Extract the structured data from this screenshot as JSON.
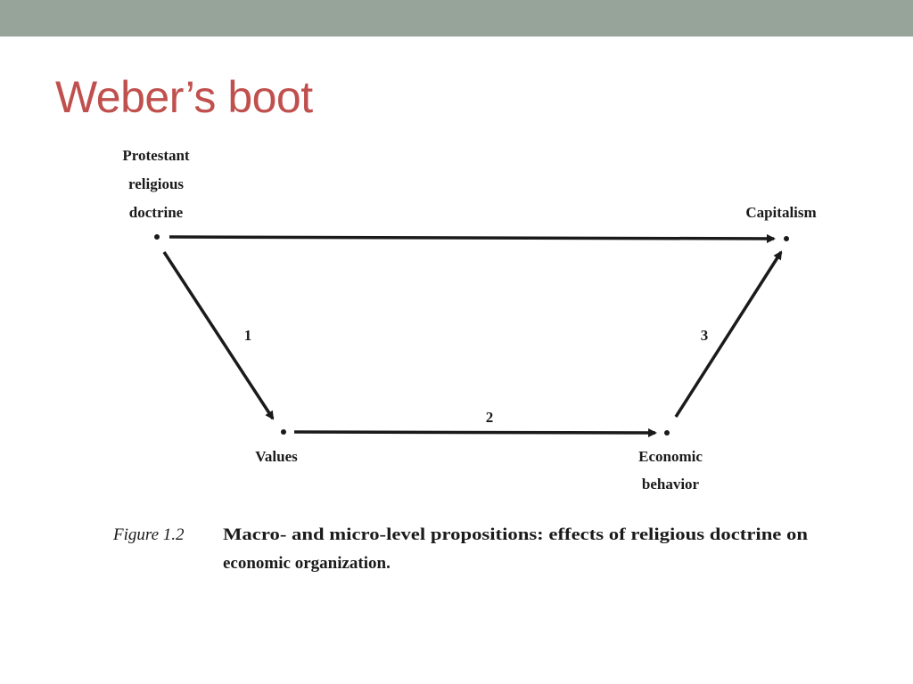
{
  "slide": {
    "title": "Weber’s boot",
    "title_color": "#c0504d",
    "band_color": "#96a49a"
  },
  "diagram": {
    "nodes": {
      "protestant_line1": "Protestant",
      "protestant_line2": "religious",
      "protestant_line3": "doctrine",
      "capitalism": "Capitalism",
      "values": "Values",
      "economic_line1": "Economic",
      "economic_line2": "behavior"
    },
    "arrow_labels": {
      "one": "1",
      "two": "2",
      "three": "3"
    },
    "caption": {
      "label": "Figure 1.2",
      "line1": "Macro- and micro-level propositions: effects of religious doctrine on",
      "line2": "economic organization."
    }
  }
}
